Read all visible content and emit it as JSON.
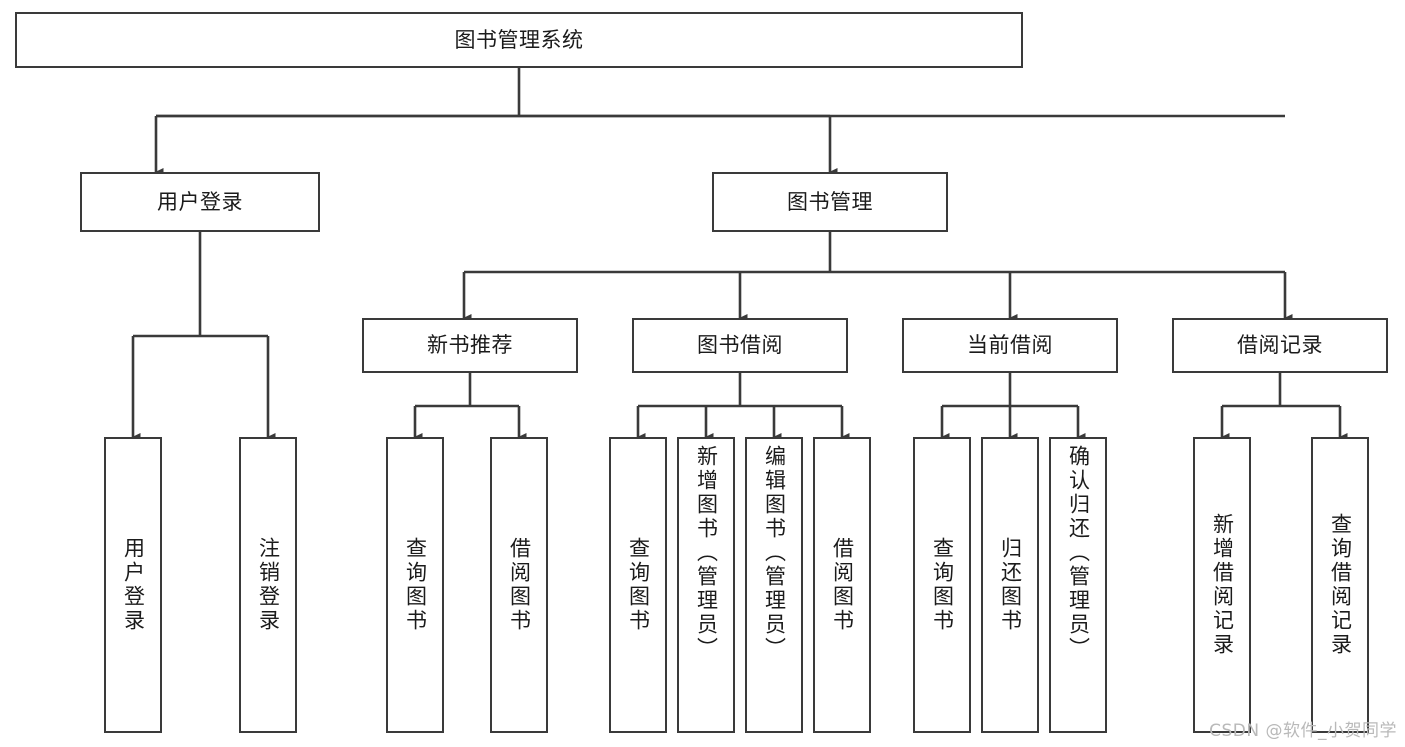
{
  "diagram": {
    "type": "tree",
    "title": "图书管理系统",
    "background_color": "#ffffff",
    "border_color": "#3a3a3a",
    "text_color": "#1b1b1b",
    "watermark": "CSDN @软件_小贺同学",
    "root": {
      "label": "图书管理系统"
    },
    "level1": [
      {
        "label": "用户登录"
      },
      {
        "label": "图书管理"
      }
    ],
    "level2": [
      {
        "label": "新书推荐"
      },
      {
        "label": "图书借阅"
      },
      {
        "label": "当前借阅"
      },
      {
        "label": "借阅记录"
      }
    ],
    "leaves": {
      "user_login": [
        {
          "label": "用户登录"
        },
        {
          "label": "注销登录"
        }
      ],
      "new_book_recommend": [
        {
          "label": "查询图书"
        },
        {
          "label": "借阅图书"
        }
      ],
      "book_borrow": [
        {
          "label": "查询图书"
        },
        {
          "label": "新增图书（管理员）"
        },
        {
          "label": "编辑图书（管理员）"
        },
        {
          "label": "借阅图书"
        }
      ],
      "current_borrow": [
        {
          "label": "查询图书"
        },
        {
          "label": "归还图书"
        },
        {
          "label": "确认归还（管理员）"
        }
      ],
      "borrow_record": [
        {
          "label": "新增借阅记录"
        },
        {
          "label": "查询借阅记录"
        }
      ]
    }
  }
}
